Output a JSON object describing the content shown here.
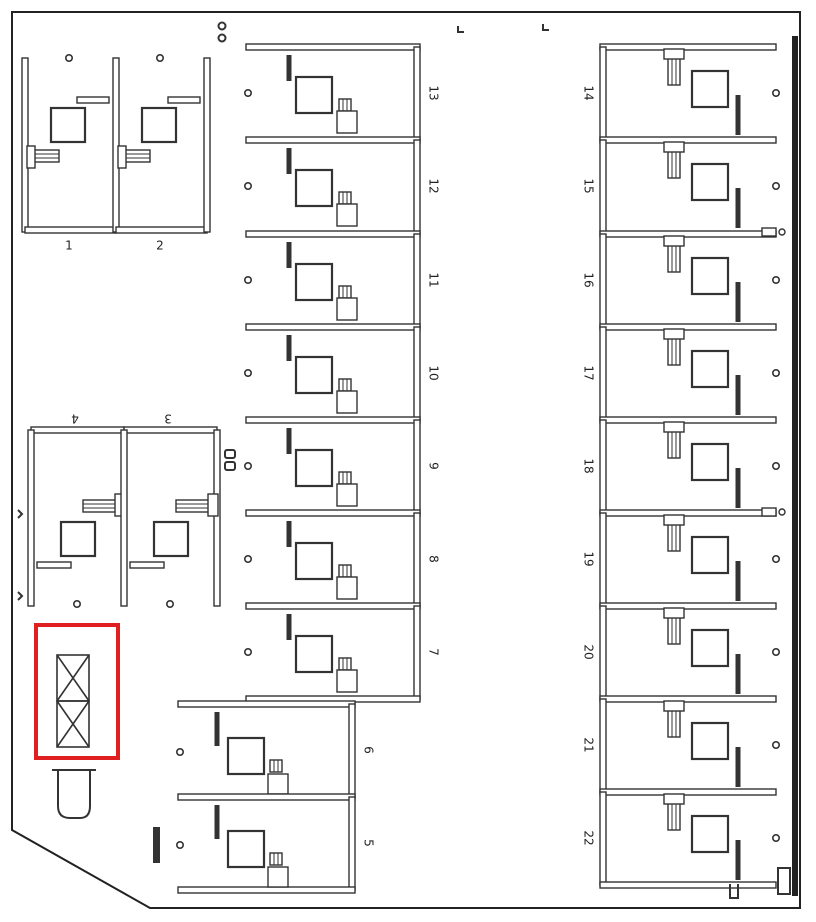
{
  "colors": {
    "wall": "#333333",
    "wall_fill": "#ffffff",
    "highlight": "#e02020",
    "paper": "#ffffff"
  },
  "units": {
    "left_top": [
      {
        "label": "1"
      },
      {
        "label": "2"
      }
    ],
    "left_mid": [
      {
        "label": "4"
      },
      {
        "label": "3"
      }
    ],
    "center": [
      {
        "label": "13"
      },
      {
        "label": "12"
      },
      {
        "label": "11"
      },
      {
        "label": "10"
      },
      {
        "label": "9"
      },
      {
        "label": "8"
      },
      {
        "label": "7"
      }
    ],
    "center_low": [
      {
        "label": "6"
      },
      {
        "label": "5"
      }
    ],
    "right": [
      {
        "label": "14"
      },
      {
        "label": "15"
      },
      {
        "label": "16"
      },
      {
        "label": "17"
      },
      {
        "label": "18"
      },
      {
        "label": "19"
      },
      {
        "label": "20"
      },
      {
        "label": "21"
      },
      {
        "label": "22"
      }
    ]
  },
  "highlight": {
    "icon": "crossed-box-icon"
  }
}
